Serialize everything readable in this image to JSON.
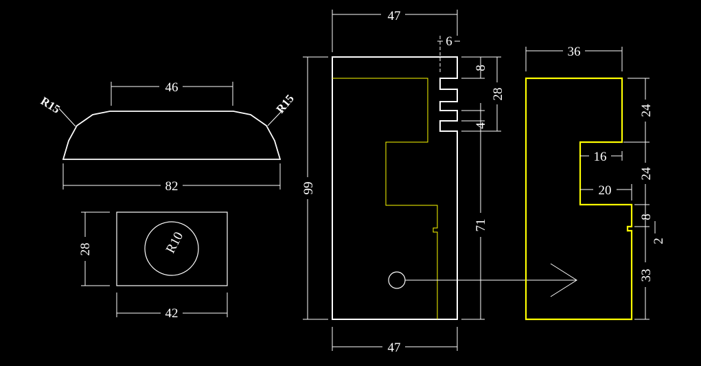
{
  "colors": {
    "background": "#000000",
    "outline": "#ffffff",
    "highlight": "#ffff00"
  },
  "top_profile": {
    "dim_top": "46",
    "dim_bottom": "82",
    "radius_left": "R15",
    "radius_right": "R15"
  },
  "hole_plate": {
    "dim_height": "28",
    "dim_width": "42",
    "hole_radius": "R10"
  },
  "main_block": {
    "dim_top_width": "47",
    "dim_slot": "6",
    "dim_tooth_8": "8",
    "dim_comb_height": "28",
    "dim_tooth_4": "4",
    "dim_height": "99",
    "dim_lower_height": "71",
    "dim_bottom_width": "47"
  },
  "side_part": {
    "dim_width": "36",
    "dim_top_segment": "24",
    "dim_middle_segment": "24",
    "dim_notch_depth_top": "16",
    "dim_notch_depth_bottom": "20",
    "dim_step": "8",
    "dim_small_step": "2",
    "dim_bottom_segment": "33"
  }
}
